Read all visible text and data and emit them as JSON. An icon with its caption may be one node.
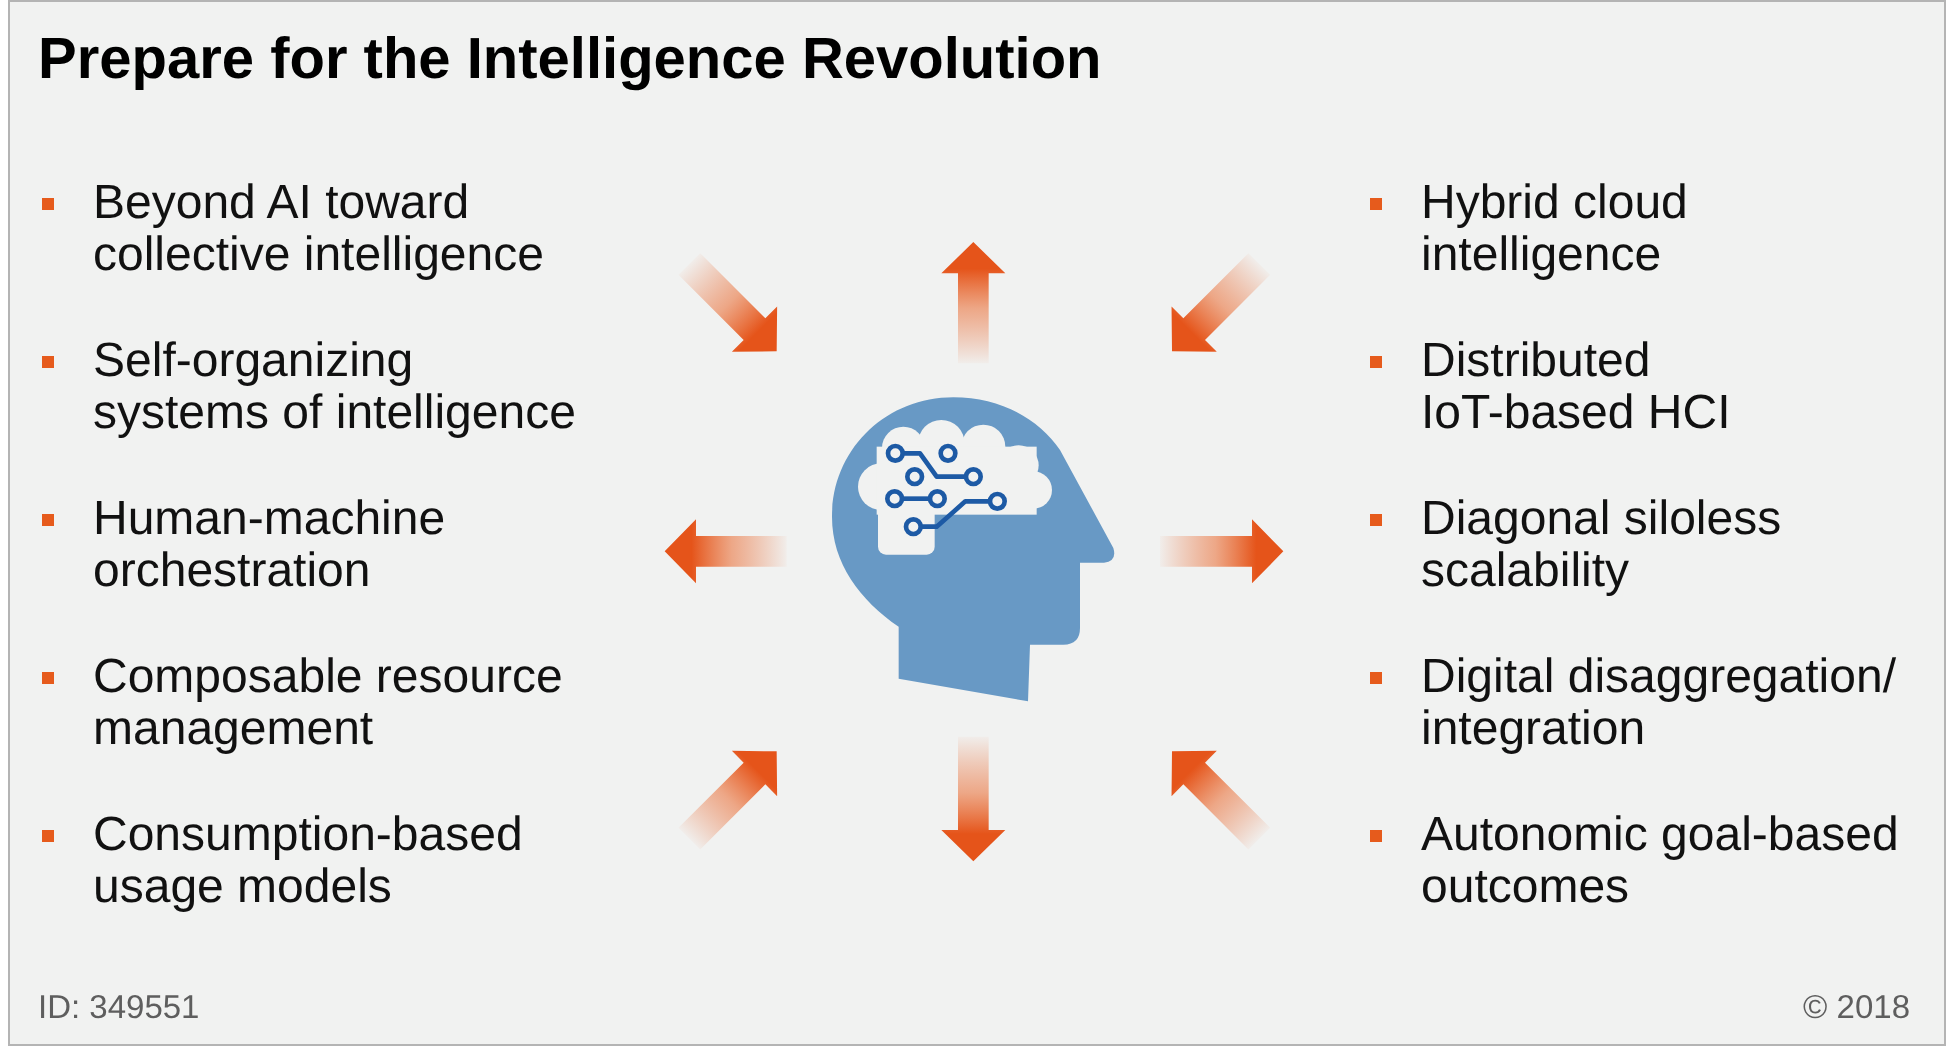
{
  "diagram": {
    "title": "Prepare for the Intelligence Revolution",
    "labels": [
      "Beyond AI toward collective intelligence",
      "Self-organizing systems of intelligence",
      "Human-machine orchestration",
      "Composable resource management",
      "Consumption-based usage models",
      "Hybrid cloud intelligence",
      "Distributed IoT-based HCI",
      "Diagonal siloless scalability",
      "Digital disaggregation/ integration",
      "Autonomic goal-based outcomes",
      "ID: 349551",
      "© 2018"
    ]
  }
}
